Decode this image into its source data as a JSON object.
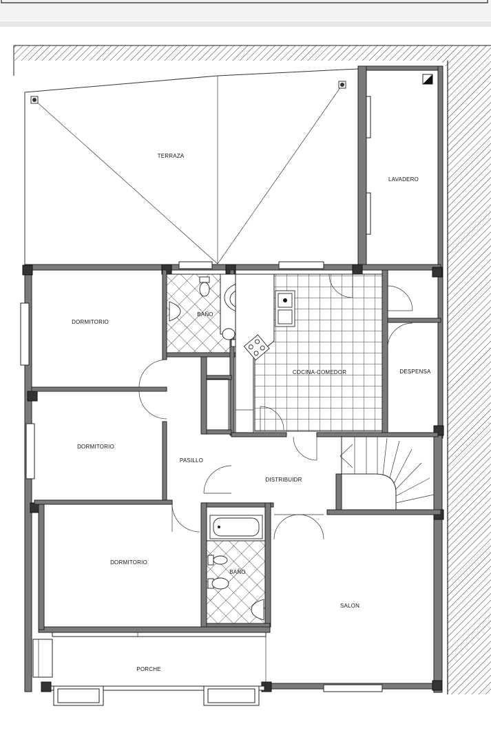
{
  "rooms": {
    "terraza": "TERRAZA",
    "lavadero": "LAVADERO",
    "dormitorio_1": "DORMITORIO",
    "bano_1": "BAÑO",
    "cocina_comedor": "COCINA-COMEDOR",
    "despensa": "DESPENSA",
    "dormitorio_2": "DORMITORIO",
    "pasillo": "PASILLO",
    "distribuidor": "DISTRIBUIDR",
    "dormitorio_3": "DORMITORIO",
    "bano_2": "BAÑO",
    "salon": "SALON",
    "porche": "PORCHE"
  }
}
